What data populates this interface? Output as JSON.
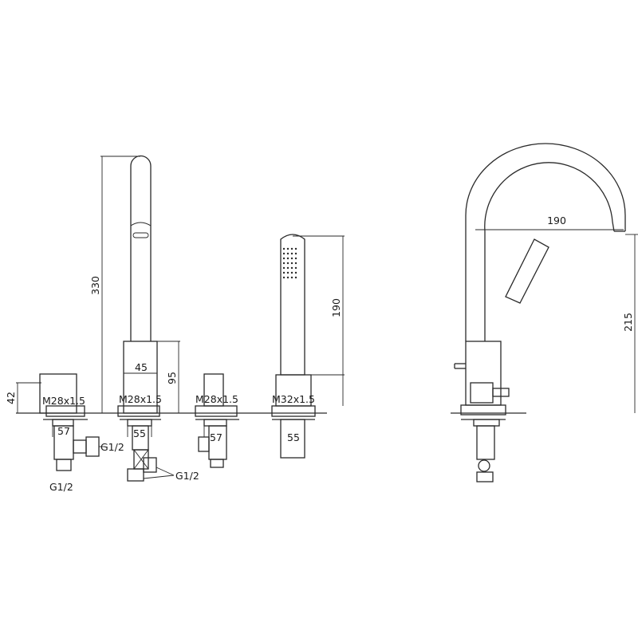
{
  "dimensions": {
    "h330": "330",
    "w45": "45",
    "h95": "95",
    "h190": "190",
    "h42": "42",
    "arc190": "190",
    "h215": "215"
  },
  "threads": {
    "t1": "M28x1.5",
    "t2": "M28x1.5",
    "t3": "M28x1.5",
    "t4": "M32x1.5"
  },
  "bases": {
    "b1": "57",
    "b2": "55",
    "b3": "57",
    "b4": "55"
  },
  "connectors": {
    "g1": "G1/2",
    "g2": "G1/2",
    "g3": "G1/2"
  }
}
